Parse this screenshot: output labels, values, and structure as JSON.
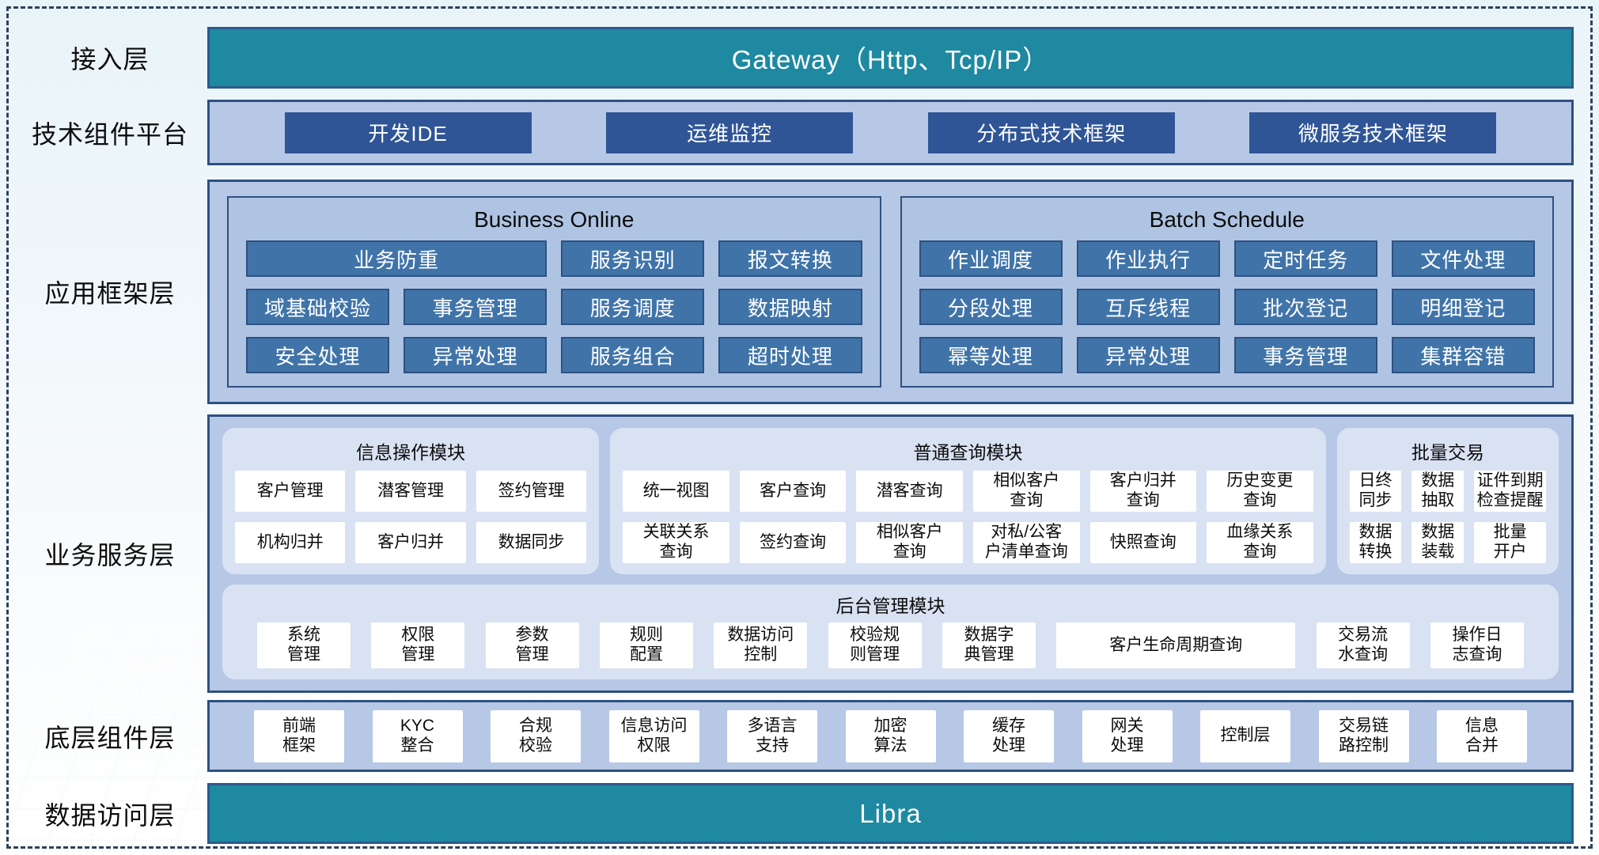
{
  "diagram": {
    "layers": {
      "access": {
        "label": "接入层",
        "bar_text": "Gateway（Http、Tcp/IP）"
      },
      "tech_platform": {
        "label": "技术组件平台",
        "buttons": [
          "开发IDE",
          "运维监控",
          "分布式技术框架",
          "微服务技术框架"
        ]
      },
      "app_framework": {
        "label": "应用框架层",
        "panels": [
          {
            "title": "Business Online",
            "boxes": [
              {
                "text": "业务防重",
                "wide": true
              },
              "服务识别",
              "报文转换",
              "域基础校验",
              "事务管理",
              "服务调度",
              "数据映射",
              "安全处理",
              "异常处理",
              "服务组合",
              "超时处理"
            ]
          },
          {
            "title": "Batch Schedule",
            "boxes": [
              "作业调度",
              "作业执行",
              "定时任务",
              "文件处理",
              "分段处理",
              "互斥线程",
              "批次登记",
              "明细登记",
              "幂等处理",
              "异常处理",
              "事务管理",
              "集群容错"
            ]
          }
        ]
      },
      "business_service": {
        "label": "业务服务层",
        "modules": [
          {
            "title": "信息操作模块",
            "boxes": [
              "客户管理",
              "潜客管理",
              "签约管理",
              "机构归并",
              "客户归并",
              "数据同步"
            ]
          },
          {
            "title": "普通查询模块",
            "boxes": [
              "统一视图",
              "客户查询",
              "潜客查询",
              "相似客户\n查询",
              "客户归并\n查询",
              "历史变更\n查询",
              "关联关系\n查询",
              "签约查询",
              "相似客户\n查询",
              "对私/公客\n户清单查询",
              "快照查询",
              "血缘关系\n查询"
            ]
          },
          {
            "title": "批量交易",
            "boxes": [
              "日终\n同步",
              "数据\n抽取",
              "证件到期\n检查提醒",
              "数据\n转换",
              "数据\n装载",
              "批量\n开户"
            ]
          }
        ],
        "admin_module": {
          "title": "后台管理模块",
          "boxes": [
            "系统\n管理",
            "权限\n管理",
            "参数\n管理",
            "规则\n配置",
            "数据访问\n控制",
            "校验规\n则管理",
            "数据字\n典管理",
            {
              "text": "客户生命周期查询",
              "wide": true
            },
            "交易流\n水查询",
            "操作日\n志查询"
          ]
        }
      },
      "base_components": {
        "label": "底层组件层",
        "boxes": [
          "前端\n框架",
          "KYC\n整合",
          "合规\n校验",
          "信息访问\n权限",
          "多语言\n支持",
          "加密\n算法",
          "缓存\n处理",
          "网关\n处理",
          "控制层",
          "交易链\n路控制",
          "信息\n合并"
        ]
      },
      "data_access": {
        "label": "数据访问层",
        "bar_text": "Libra"
      }
    },
    "colors": {
      "teal_bar": "#1E89A1",
      "teal_bar_border": "#2B5A8C",
      "container_fill": "#B6C8E6",
      "container_border": "#2F5080",
      "inner_panel_fill": "#AFC4E3",
      "steel_blue_box": "#4074A9",
      "dark_blue_button": "#2F5597",
      "light_module_panel": "#D9E2F3",
      "white_box": "#FFFFFF"
    }
  }
}
